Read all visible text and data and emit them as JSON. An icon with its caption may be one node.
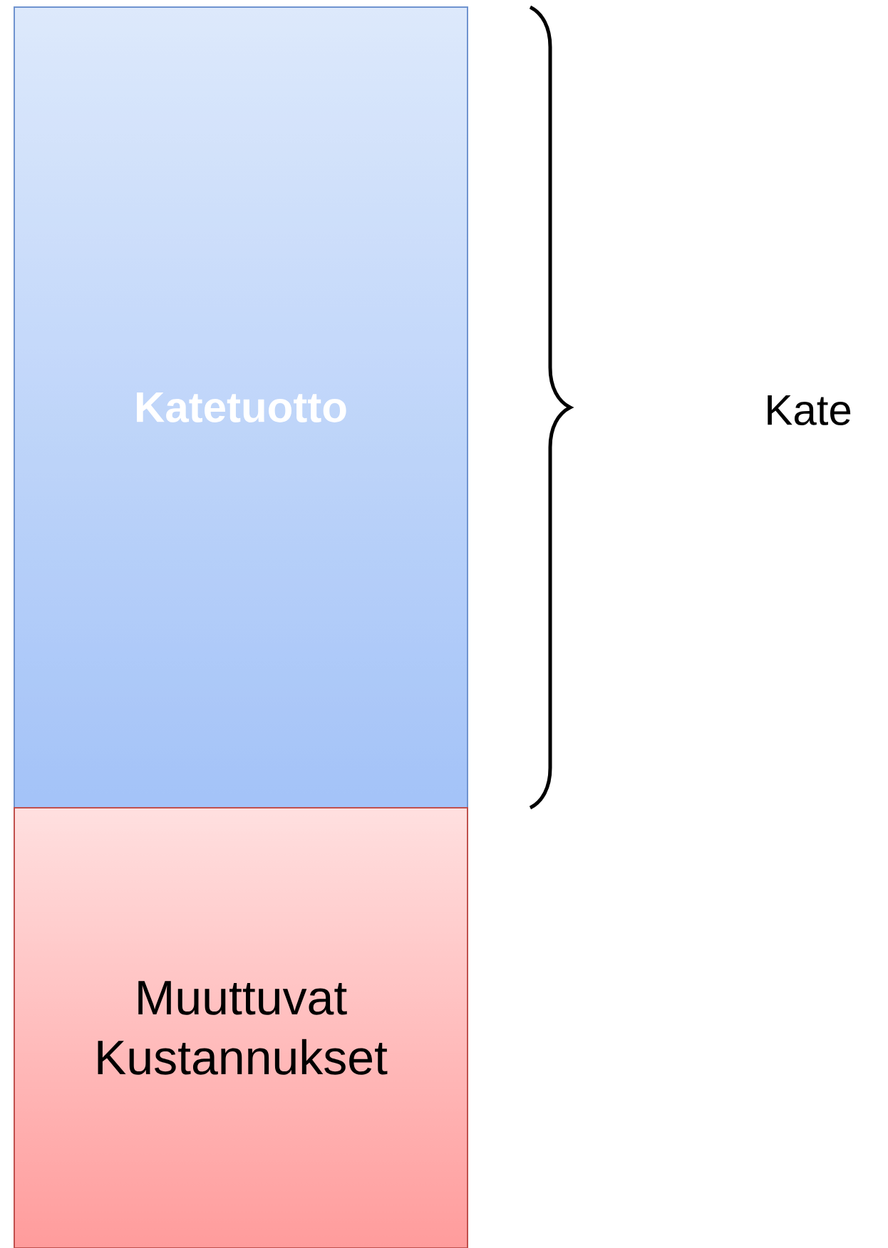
{
  "diagram": {
    "nodes": [
      {
        "text": [
          "Katetuotto"
        ]
      },
      {
        "text": [
          "Muuttuvat Kustannukset"
        ]
      }
    ],
    "labels": [
      "Kate"
    ]
  }
}
